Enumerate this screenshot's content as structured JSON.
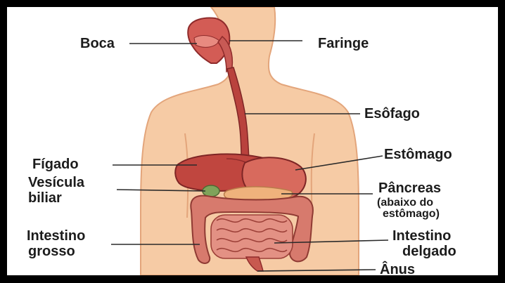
{
  "labels": {
    "boca": "Boca",
    "faringe": "Faringe",
    "esofago": "Esôfago",
    "figado": "Fígado",
    "vesicula_line1": "Vesícula",
    "vesicula_line2": "biliar",
    "estomago": "Estômago",
    "pancreas": "Pâncreas",
    "pancreas_note_line1": "(abaixo do",
    "pancreas_note_line2": "estômago)",
    "intestino_grosso_line1": "Intestino",
    "intestino_grosso_line2": "grosso",
    "intestino_delgado_line1": "Intestino",
    "intestino_delgado_line2": "delgado",
    "anus": "Ânus"
  },
  "colors": {
    "skin": "#f6cba5",
    "skin_edge": "#e3a57b",
    "organ_red": "#c0463f",
    "organ_dark": "#8f2b2b",
    "stomach": "#d86a5d",
    "pancreas": "#efb27c",
    "intestine": "#d77a6d",
    "leader_line": "#2a2a2a"
  }
}
